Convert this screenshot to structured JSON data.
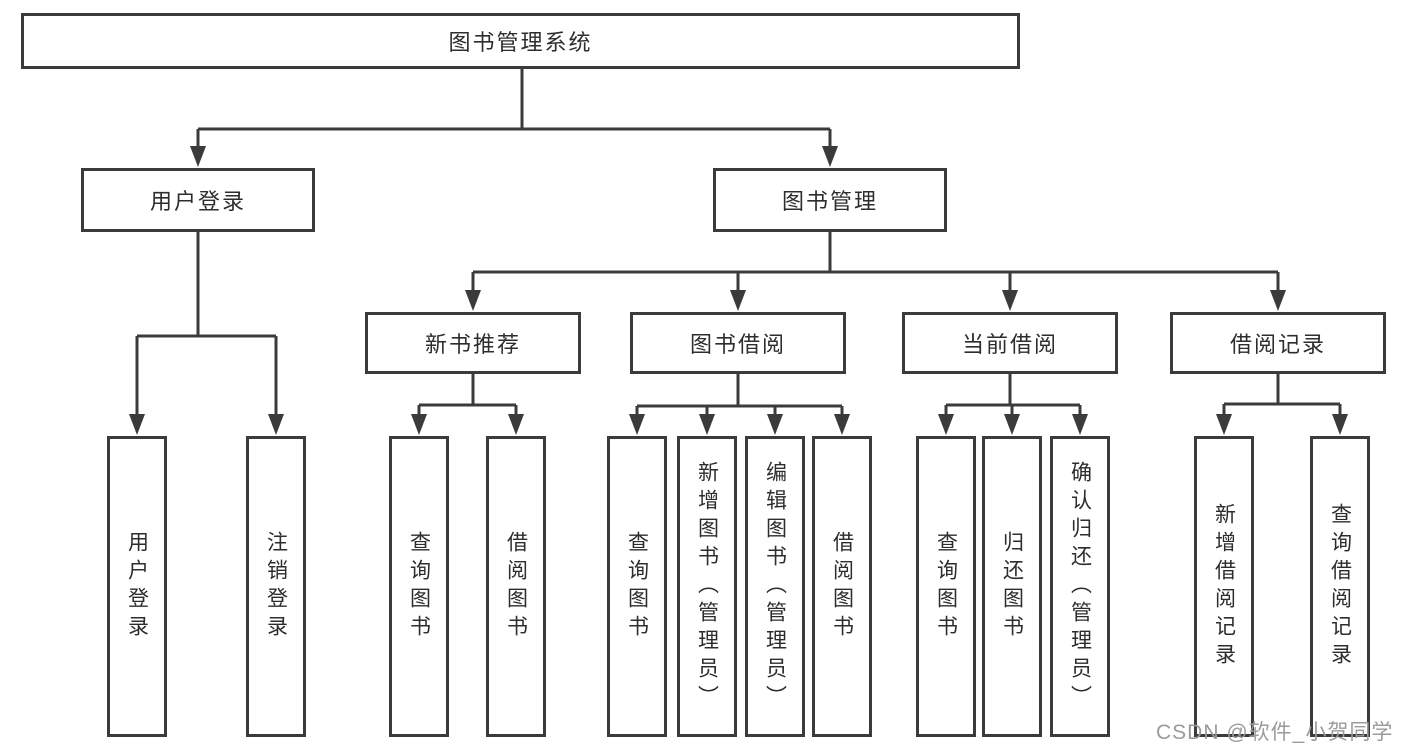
{
  "diagram": {
    "type": "hierarchy-structure-chart",
    "tree": {
      "label": "图书管理系统",
      "children": [
        {
          "label": "用户登录",
          "children": [
            {
              "label": "用户登录"
            },
            {
              "label": "注销登录"
            }
          ]
        },
        {
          "label": "图书管理",
          "children": [
            {
              "label": "新书推荐",
              "children": [
                {
                  "label": "查询图书"
                },
                {
                  "label": "借阅图书"
                }
              ]
            },
            {
              "label": "图书借阅",
              "children": [
                {
                  "label": "查询图书"
                },
                {
                  "label": "新增图书（管理员）"
                },
                {
                  "label": "编辑图书（管理员）"
                },
                {
                  "label": "借阅图书"
                }
              ]
            },
            {
              "label": "当前借阅",
              "children": [
                {
                  "label": "查询图书"
                },
                {
                  "label": "归还图书"
                },
                {
                  "label": "确认归还（管理员）"
                }
              ]
            },
            {
              "label": "借阅记录",
              "children": [
                {
                  "label": "新增借阅记录"
                },
                {
                  "label": "查询借阅记录"
                }
              ]
            }
          ]
        }
      ]
    },
    "colors": {
      "line": "#3b3b3b",
      "box_border": "#3b3b3b",
      "box_fill": "#ffffff",
      "text": "#2d2d2d",
      "watermark_text": "#9b9b9b",
      "background": "#ffffff"
    }
  },
  "watermark": "CSDN @软件_小贺同学"
}
